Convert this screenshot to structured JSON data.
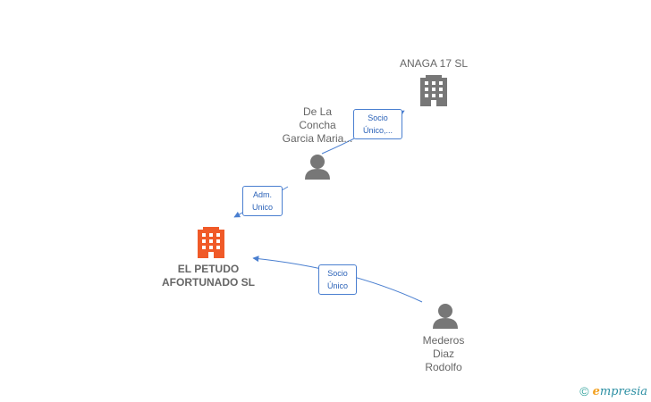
{
  "colors": {
    "edge": "#4a7fd0",
    "company_main": "#f05a28",
    "company": "#777777",
    "person": "#777777"
  },
  "nodes": {
    "anaga": {
      "label": "ANAGA 17  SL",
      "icon": "building-icon"
    },
    "delaconcha": {
      "label": "De La\nConcha\nGarcia Maria...",
      "icon": "person-icon"
    },
    "petudo": {
      "label": "EL PETUDO\nAFORTUNADO SL",
      "icon": "building-icon"
    },
    "mederos": {
      "label": "Mederos\nDiaz\nRodolfo",
      "icon": "person-icon"
    }
  },
  "edges": {
    "e1": {
      "label": "Socio\nÚnico,..."
    },
    "e2": {
      "label": "Adm.\nUnico"
    },
    "e3": {
      "label": "Socio\nÚnico"
    }
  },
  "footer": {
    "copyright": "©",
    "brand_e": "e",
    "brand_rest": "mpresia"
  }
}
